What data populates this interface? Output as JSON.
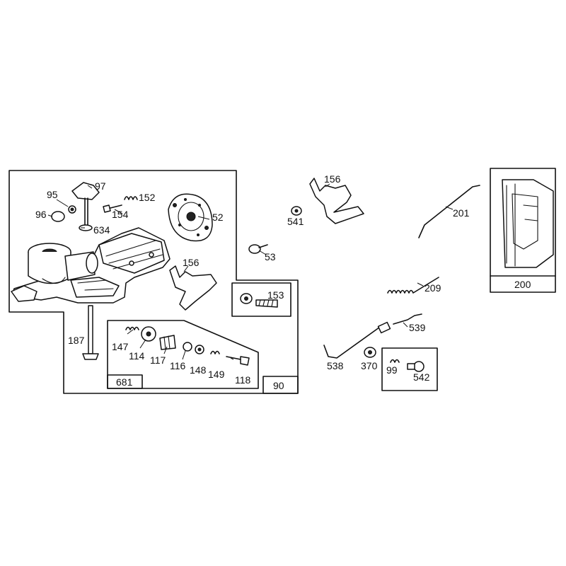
{
  "diagram": {
    "boxes": {
      "carburetor_kit": "90",
      "repair_kit": "681",
      "fuel_pump_kit": "200"
    },
    "callouts": [
      {
        "id": "p95",
        "text": "95"
      },
      {
        "id": "p97",
        "text": "97"
      },
      {
        "id": "p152",
        "text": "152"
      },
      {
        "id": "p96",
        "text": "96"
      },
      {
        "id": "p154",
        "text": "154"
      },
      {
        "id": "p634",
        "text": "634"
      },
      {
        "id": "p52",
        "text": "52"
      },
      {
        "id": "p156a",
        "text": "156"
      },
      {
        "id": "p53",
        "text": "53"
      },
      {
        "id": "p153",
        "text": "153"
      },
      {
        "id": "p187",
        "text": "187"
      },
      {
        "id": "p147",
        "text": "147"
      },
      {
        "id": "p114",
        "text": "114"
      },
      {
        "id": "p117",
        "text": "117"
      },
      {
        "id": "p116",
        "text": "116"
      },
      {
        "id": "p148",
        "text": "148"
      },
      {
        "id": "p149",
        "text": "149"
      },
      {
        "id": "p118",
        "text": "118"
      },
      {
        "id": "p156b",
        "text": "156"
      },
      {
        "id": "p541",
        "text": "541"
      },
      {
        "id": "p201",
        "text": "201"
      },
      {
        "id": "p209",
        "text": "209"
      },
      {
        "id": "p539",
        "text": "539"
      },
      {
        "id": "p538",
        "text": "538"
      },
      {
        "id": "p370",
        "text": "370"
      },
      {
        "id": "p99",
        "text": "99"
      },
      {
        "id": "p542",
        "text": "542"
      }
    ]
  }
}
